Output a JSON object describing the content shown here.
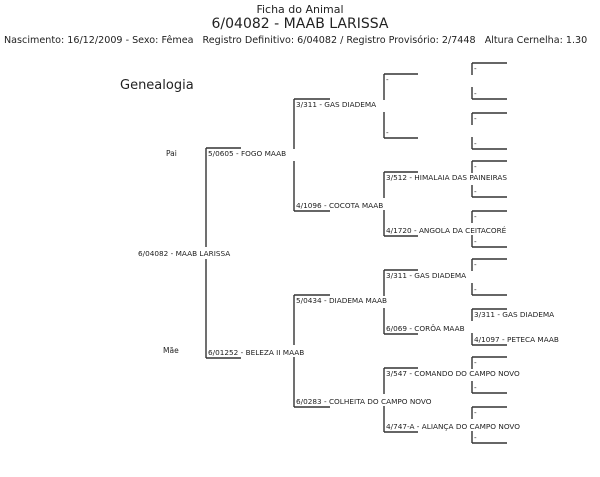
{
  "header": {
    "title": "Ficha do Animal",
    "animal": "6/04082 - MAAB LARISSA",
    "birth": "Nascimento: 16/12/2009 - Sexo: Fêmea",
    "registry": "Registro Definitivo: 6/04082 / Registro Provisório: 2/7448",
    "height": "Altura Cernelha: 1.30"
  },
  "section_title": "Genealogia",
  "labels": {
    "sire": "Pai",
    "dam": "Mãe"
  },
  "pedigree": {
    "subject": "6/04082 - MAAB LARISSA",
    "gen2": [
      "5/0605 - FOGO MAAB",
      "6/01252 - BELEZA II MAAB"
    ],
    "gen3": [
      "3/311 - GAS DIADEMA",
      "4/1096 - COCOTA MAAB",
      "5/0434 - DIADEMA MAAB",
      "6/0283 - COLHEITA DO CAMPO NOVO"
    ],
    "gen4": [
      "-",
      "-",
      "3/512 - HIMALAIA DAS PAINEIRAS",
      "4/1720 - ANGOLA DA CEITACORÉ",
      "3/311 - GAS DIADEMA",
      "6/069 - CORÔA MAAB",
      "3/547 - COMANDO DO CAMPO NOVO",
      "4/747-A - ALIANÇA DO CAMPO NOVO"
    ],
    "gen5": [
      "-",
      "-",
      "-",
      "-",
      "-",
      "-",
      "-",
      "-",
      "-",
      "-",
      "3/311 - GAS DIADEMA",
      "4/1097 - PETECA MAAB",
      "-",
      "-",
      "-",
      "-"
    ]
  }
}
